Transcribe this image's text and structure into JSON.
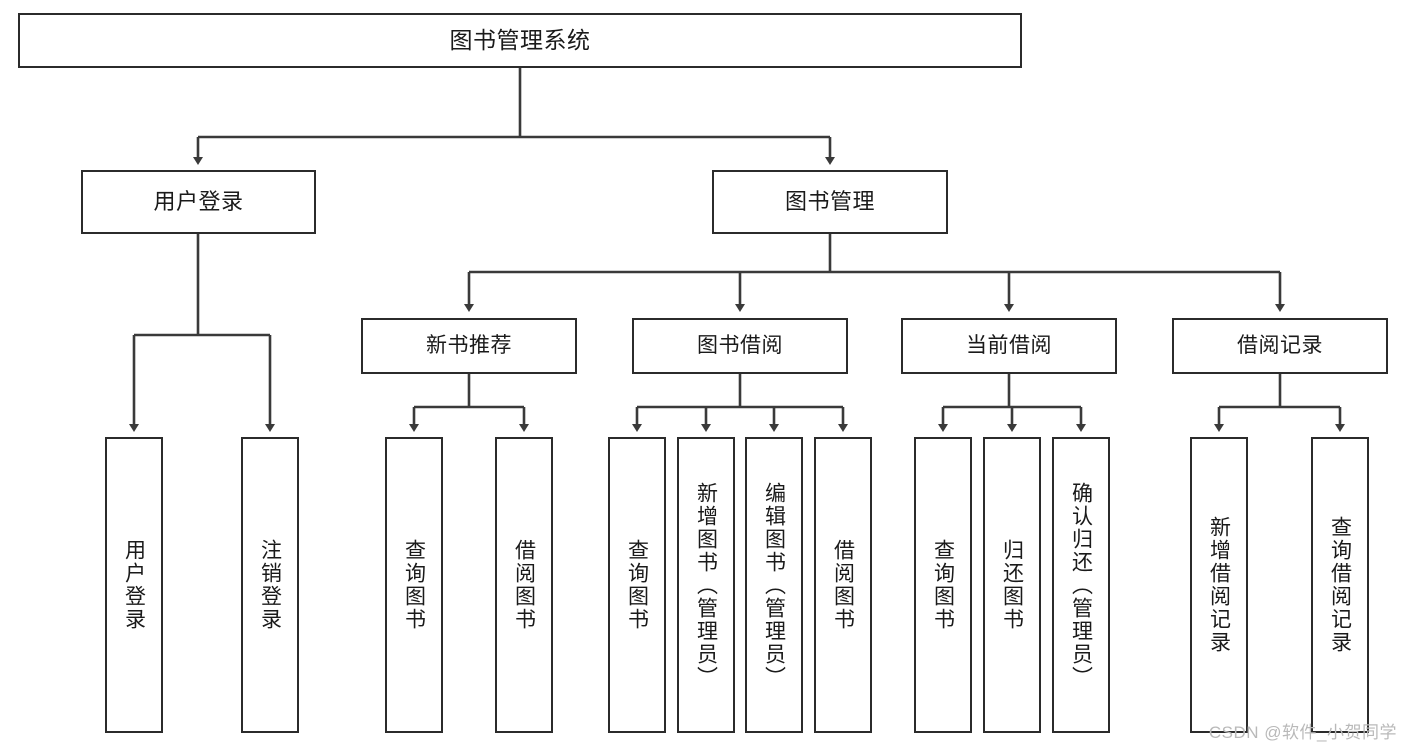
{
  "diagram": {
    "title": "图书管理系统",
    "type": "hierarchy-tree",
    "watermark": "CSDN @软件_小贺同学",
    "colors": {
      "box_border": "#2b2b2b",
      "box_fill": "#ffffff",
      "connector": "#3a3a3a",
      "text": "#1a1a1a",
      "watermark": "#b9b9b9"
    },
    "root": {
      "label": "图书管理系统"
    },
    "level2": [
      {
        "label": "用户登录"
      },
      {
        "label": "图书管理"
      }
    ],
    "level3": [
      {
        "label": "新书推荐"
      },
      {
        "label": "图书借阅"
      },
      {
        "label": "当前借阅"
      },
      {
        "label": "借阅记录"
      }
    ],
    "leaves": {
      "user_login": [
        {
          "label": "用户登录"
        },
        {
          "label": "注销登录"
        }
      ],
      "new_book_recommend": [
        {
          "label": "查询图书"
        },
        {
          "label": "借阅图书"
        }
      ],
      "book_borrow": [
        {
          "label": "查询图书"
        },
        {
          "label": "新增图书（管理员）"
        },
        {
          "label": "编辑图书（管理员）"
        },
        {
          "label": "借阅图书"
        }
      ],
      "current_borrow": [
        {
          "label": "查询图书"
        },
        {
          "label": "归还图书"
        },
        {
          "label": "确认归还（管理员）"
        }
      ],
      "borrow_record": [
        {
          "label": "新增借阅记录"
        },
        {
          "label": "查询借阅记录"
        }
      ]
    }
  }
}
